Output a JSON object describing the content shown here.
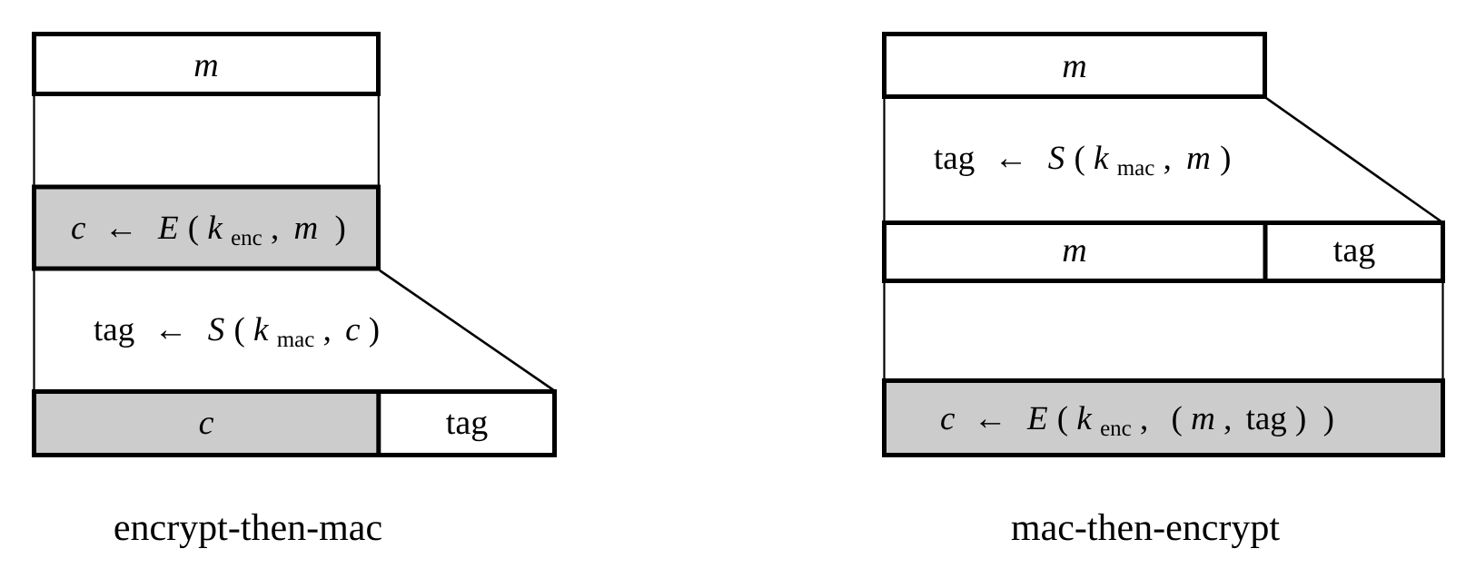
{
  "figure": {
    "title": "authenticated encryption composition diagram",
    "background_color": "#ffffff",
    "stroke_color": "#000000",
    "highlight_fill": "#cccccc"
  },
  "left_diagram": {
    "caption": "encrypt-then-mac",
    "rows": {
      "plaintext_box": {
        "label": "m"
      },
      "encrypt_step": {
        "op_var": "c",
        "arrow": "←",
        "func": "E",
        "open_paren": "(",
        "key_base": "k",
        "key_sub": "enc",
        "comma": ",",
        "arg": "m",
        "close_paren": ")",
        "full_text": "c ← E(k_enc, m )",
        "highlighted": true
      },
      "mac_step": {
        "op_var": "tag",
        "arrow": "←",
        "func": "S",
        "open_paren": "(",
        "key_base": "k",
        "key_sub": "mac",
        "comma": ",",
        "arg": "c",
        "close_paren": ")",
        "full_text": "tag ← S(k_mac, c)",
        "highlighted": false
      },
      "output_bar": {
        "left_cell": {
          "label": "c",
          "highlighted": true
        },
        "right_cell": {
          "label": "tag",
          "highlighted": false
        }
      }
    }
  },
  "right_diagram": {
    "caption": "mac-then-encrypt",
    "rows": {
      "plaintext_box": {
        "label": "m"
      },
      "mac_step": {
        "op_var": "tag",
        "arrow": "←",
        "func": "S",
        "open_paren": "(",
        "key_base": "k",
        "key_sub": "mac",
        "comma": ",",
        "arg": "m",
        "close_paren": ")",
        "full_text": "tag ← S(k_mac, m)",
        "highlighted": false
      },
      "intermediate_bar": {
        "left_cell": {
          "label": "m",
          "highlighted": false
        },
        "right_cell": {
          "label": "tag",
          "highlighted": false
        }
      },
      "encrypt_step": {
        "op_var": "c",
        "arrow": "←",
        "func": "E",
        "open_paren": "(",
        "key_base": "k",
        "key_sub": "enc",
        "comma": ",",
        "inner_open": "(",
        "arg1": "m",
        "inner_comma": ",",
        "arg2": "tag",
        "inner_close": ")",
        "close_paren": ")",
        "full_text": "c ← E(k_enc, (m, tag) )",
        "highlighted": true
      }
    }
  }
}
